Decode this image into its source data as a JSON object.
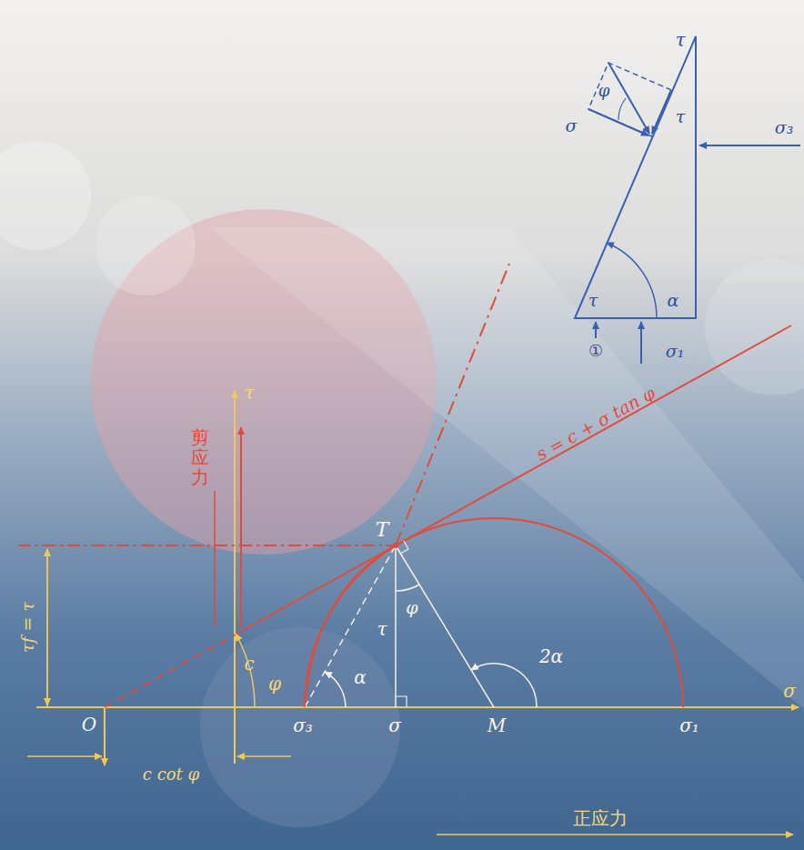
{
  "diagram": {
    "labels": [
      "τ",
      "剪应力",
      "s = c + σ tan φ",
      "T",
      "τf = τ",
      "φ",
      "c",
      "τ",
      "φ",
      "α",
      "2α",
      "O",
      "σ₃",
      "σ",
      "M",
      "σ₁",
      "σ",
      "c cot φ",
      "正应力",
      "τ",
      "σ₃",
      "φ",
      "σ",
      "τ",
      "τ",
      "α",
      "①",
      "σ₁"
    ]
  }
}
